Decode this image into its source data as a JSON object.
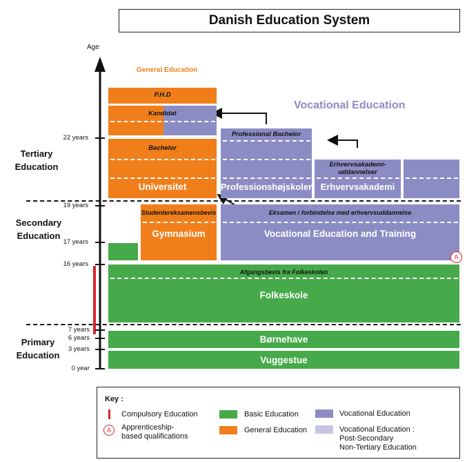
{
  "title": "Danish Education System",
  "axis_label": "Age",
  "general_heading": "General Education",
  "vocational_heading": "Vocational Education",
  "sections": {
    "tertiary": "Tertiary\nEducation",
    "secondary": "Secondary\nEducation",
    "primary": "Primary\nEducation"
  },
  "ages": [
    "22 years",
    "19 years",
    "17 years",
    "16 years",
    "7 years",
    "6 years",
    "3 years",
    "0 year"
  ],
  "blocks": {
    "phd": "P.H.D",
    "kandidat": "Kandidat",
    "bachelor": "Bachelor",
    "universitet": "Universitet",
    "prof_bachelor": "Professional Bachelor",
    "professionshojskoler": "Professionshøjskoler",
    "erhvervsakademi_udd": "Erhvervsakademi-\nuddannelser",
    "erhvervsakademi": "Erhvervsakademi",
    "studentereksamensbevis": "Studentereksamensbevis",
    "gymnasium": "Gymnasium",
    "eksamen": "Eksamen i forbindelse med erhvervsuddannelse",
    "vet": "Vocational Education and Training",
    "apprentice_marker": "A",
    "afgangsbevis": "Afgangsbevis fra Folkeskolen",
    "folkeskole": "Folkeskole",
    "bornehave": "Børnehave",
    "vuggestue": "Vuggestue"
  },
  "key": {
    "heading": "Key :",
    "compulsory": "Compulsory Education",
    "apprenticeship": "Apprenticeship-\nbased qualifications",
    "apprentice_marker": "A",
    "basic": "Basic Education",
    "general": "General Education",
    "vocational": "Vocational Education",
    "vocational_post": "Vocational Education :\nPost-Secondary\nNon-Tertiary Education"
  },
  "colors": {
    "general": "#f07f1b",
    "vocational": "#8c8cc4",
    "basic": "#46aa4a",
    "vocational_post": "#c5c5e3",
    "compulsory": "#d9262c"
  }
}
